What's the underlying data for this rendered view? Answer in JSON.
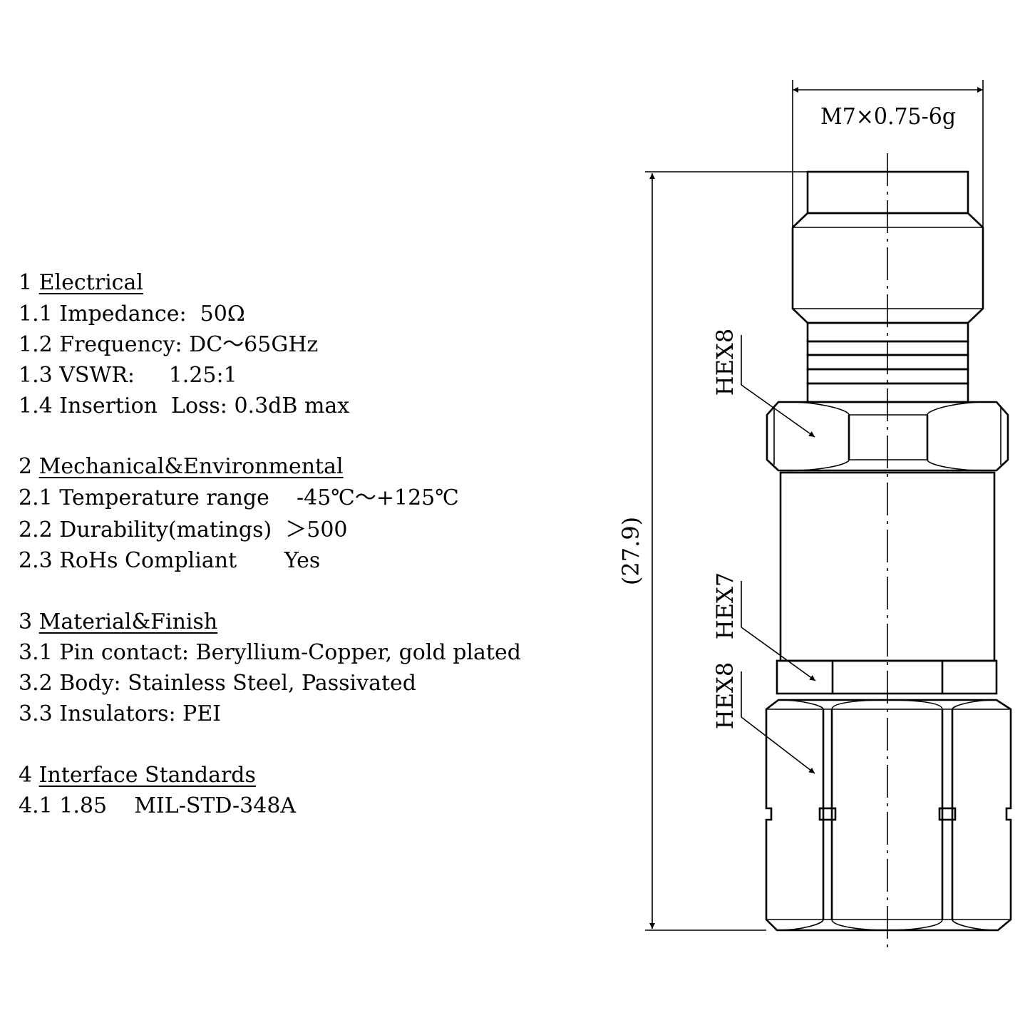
{
  "specs": {
    "s1": {
      "num": "1",
      "title": "Electrical"
    },
    "l11": {
      "num": "1.1",
      "text": "Impedance:  50Ω"
    },
    "l12": {
      "num": "1.2",
      "text": "Frequency: DC～65GHz"
    },
    "l13": {
      "num": "1.3",
      "text": "VSWR:     1.25:1"
    },
    "l14": {
      "num": "1.4",
      "text": "Insertion  Loss: 0.3dB max"
    },
    "s2": {
      "num": "2",
      "title": "Mechanical&Environmental"
    },
    "l21": {
      "num": "2.1",
      "text": "Temperature range    -45℃～+125℃"
    },
    "l22": {
      "num": "2.2",
      "text": "Durability(matings)  ＞500"
    },
    "l23": {
      "num": "2.3",
      "text": "RoHs Compliant       Yes"
    },
    "s3": {
      "num": "3",
      "title": "Material&Finish"
    },
    "l31": {
      "num": "3.1",
      "text": "Pin contact: Beryllium-Copper, gold plated"
    },
    "l32": {
      "num": "3.2",
      "text": "Body: Stainless Steel, Passivated"
    },
    "l33": {
      "num": "3.3",
      "text": "Insulators: PEI"
    },
    "s4": {
      "num": "4",
      "title": "Interface Standards"
    },
    "l41": {
      "num": "4.1",
      "text": "1.85    MIL-STD-348A"
    }
  },
  "dimensions": {
    "thread": "M7×0.75-6g",
    "length": "(27.9)",
    "hex_top": "HEX8",
    "hex_mid": "HEX7",
    "hex_bottom": "HEX8"
  }
}
